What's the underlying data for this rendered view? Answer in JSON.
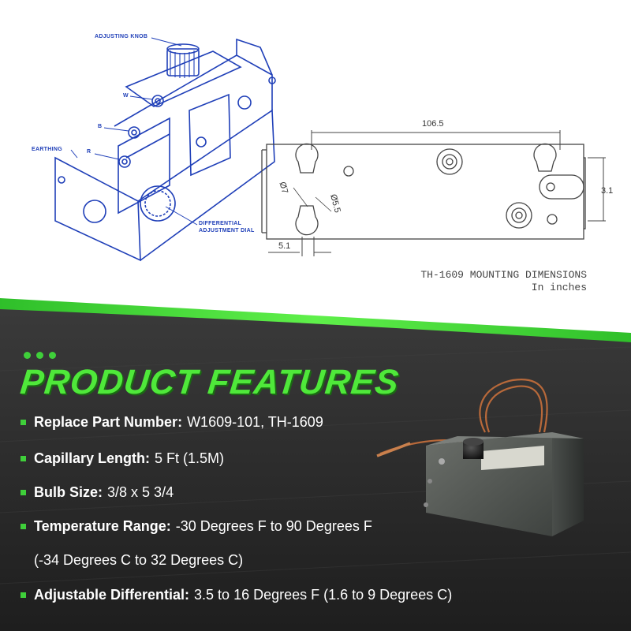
{
  "diagram": {
    "labels": {
      "adjusting_knob": "ADJUSTING KNOB",
      "w": "W",
      "b": "B",
      "r": "R",
      "earthing": "EARTHING",
      "differential_dial_line1": "DIFFERENTIAL",
      "differential_dial_line2": "ADJUSTMENT DIAL"
    },
    "dimensions": {
      "width_top": "106.5",
      "height_right": "3.1",
      "hole_large": "Ø7",
      "hole_small": "Ø5.5",
      "offset_left": "5.1"
    },
    "caption_line1": "TH-1609 MOUNTING DIMENSIONS",
    "caption_line2": "In inches"
  },
  "features": {
    "heading": "PRODUCT FEATURES",
    "items": [
      {
        "label": "Replace Part Number:",
        "value": "W1609-101, TH-1609"
      },
      {
        "label": "Capillary Length:",
        "value": "5 Ft (1.5M)"
      },
      {
        "label": "Bulb Size:",
        "value": "3/8 x 5 3/4"
      },
      {
        "label": "Temperature Range:",
        "value": "-30 Degrees F to 90 Degrees F"
      },
      {
        "label": "",
        "value": "(-34 Degrees C to 32 Degrees C)"
      },
      {
        "label": "Adjustable Differential:",
        "value": "3.5 to 16 Degrees F (1.6 to 9 Degrees C)"
      }
    ]
  },
  "colors": {
    "accent_green": "#3fcf3a",
    "background_dark": "#2b2b2b",
    "diagram_blue": "#1f3fb8"
  }
}
